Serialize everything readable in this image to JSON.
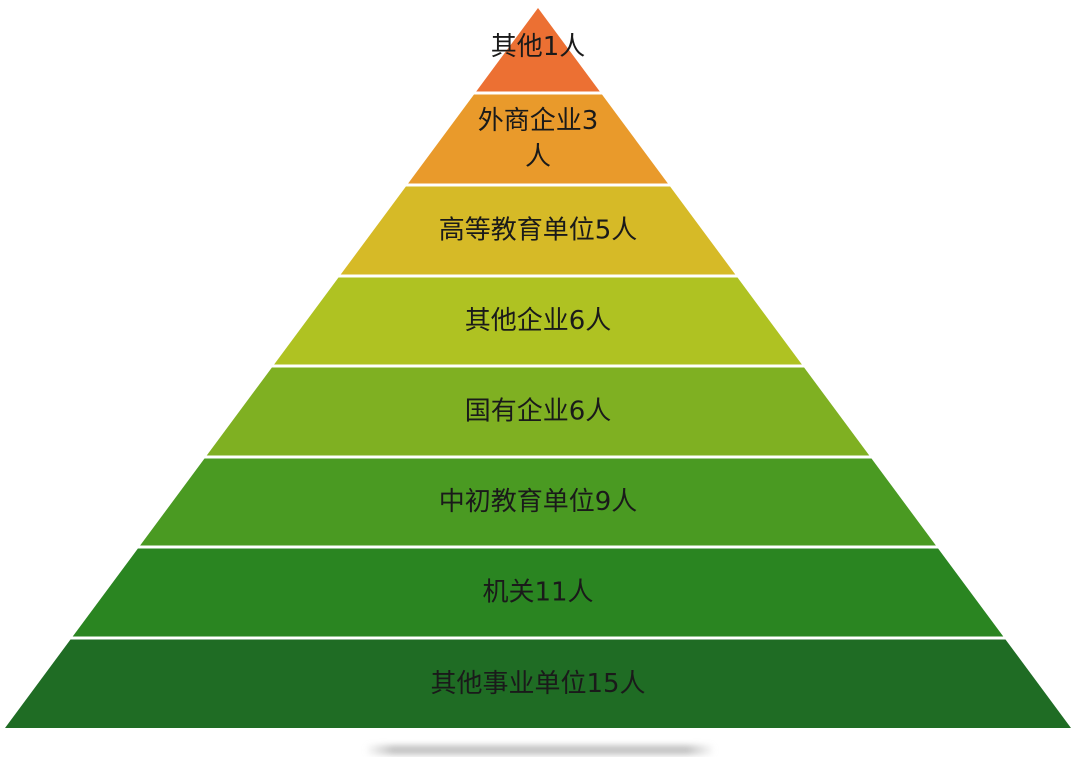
{
  "diagram": {
    "type": "pyramid",
    "tiers": [
      {
        "label": "其他1人",
        "color": "#ec7033"
      },
      {
        "label": "外商企业3人",
        "label_lines": [
          "外商企业3",
          "人"
        ],
        "color": "#e99a2b"
      },
      {
        "label": "高等教育单位5人",
        "color": "#d6ba27"
      },
      {
        "label": "其他企业6人",
        "color": "#afc222"
      },
      {
        "label": "国有企业6人",
        "color": "#7fb022"
      },
      {
        "label": "中初教育单位9人",
        "color": "#4a9a22"
      },
      {
        "label": "机关11人",
        "color": "#2a8521"
      },
      {
        "label": "其他事业单位15人",
        "color": "#1f6c24"
      }
    ]
  }
}
